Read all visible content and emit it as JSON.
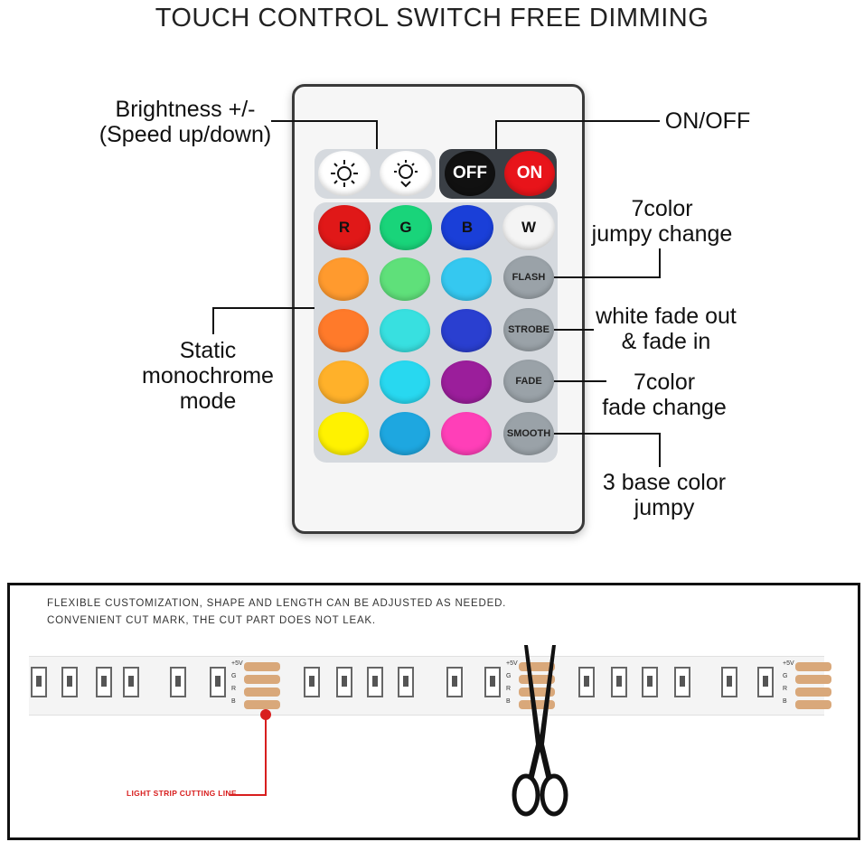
{
  "title": "TOUCH CONTROL SWITCH FREE DIMMING",
  "remote": {
    "brightness_up_icon": "sun-up-icon",
    "brightness_down_icon": "sun-down-icon",
    "off_label": "OFF",
    "on_label": "ON",
    "r_label": "R",
    "g_label": "G",
    "b_label": "B",
    "w_label": "W",
    "flash_label": "FLASH",
    "strobe_label": "STROBE",
    "fade_label": "FADE",
    "smooth_label": "SMOOTH",
    "color_rows": [
      [
        "#ff9a2e",
        "#5fe07a",
        "#35c8f0"
      ],
      [
        "#ff7a2a",
        "#38e0e0",
        "#2a3fd0"
      ],
      [
        "#ffb12a",
        "#28d8f0",
        "#9b1e9b"
      ],
      [
        "#fff200",
        "#1ea7e0",
        "#ff3fb8"
      ]
    ]
  },
  "callouts": {
    "brightness_line1": "Brightness +/-",
    "brightness_line2": "(Speed up/down)",
    "onoff": "ON/OFF",
    "flash_line1": "7color",
    "flash_line2": "jumpy change",
    "strobe_line1": "white fade out",
    "strobe_line2": "& fade in",
    "fade_line1": "7color",
    "fade_line2": "fade change",
    "smooth_line1": "3 base color",
    "smooth_line2": "jumpy",
    "static_line1": "Static",
    "static_line2": "monochrome",
    "static_line3": "mode"
  },
  "strip": {
    "text_line1": "FLEXIBLE CUSTOMIZATION, SHAPE AND LENGTH CAN BE ADJUSTED AS NEEDED.",
    "text_line2": "CONVENIENT CUT MARK, THE CUT PART DOES NOT LEAK.",
    "cutting_line_label": "LIGHT STRIP CUTTING LINE",
    "pad_labels": [
      "+5V",
      "G",
      "R",
      "B"
    ]
  },
  "colors": {
    "r": "#e01818",
    "g": "#19d47a",
    "b": "#1a3fd8",
    "w": "#f4f4f4",
    "on": "#e8141a",
    "off": "#111111",
    "cut_line": "#d81e1e",
    "copper": "#d9a87a"
  }
}
